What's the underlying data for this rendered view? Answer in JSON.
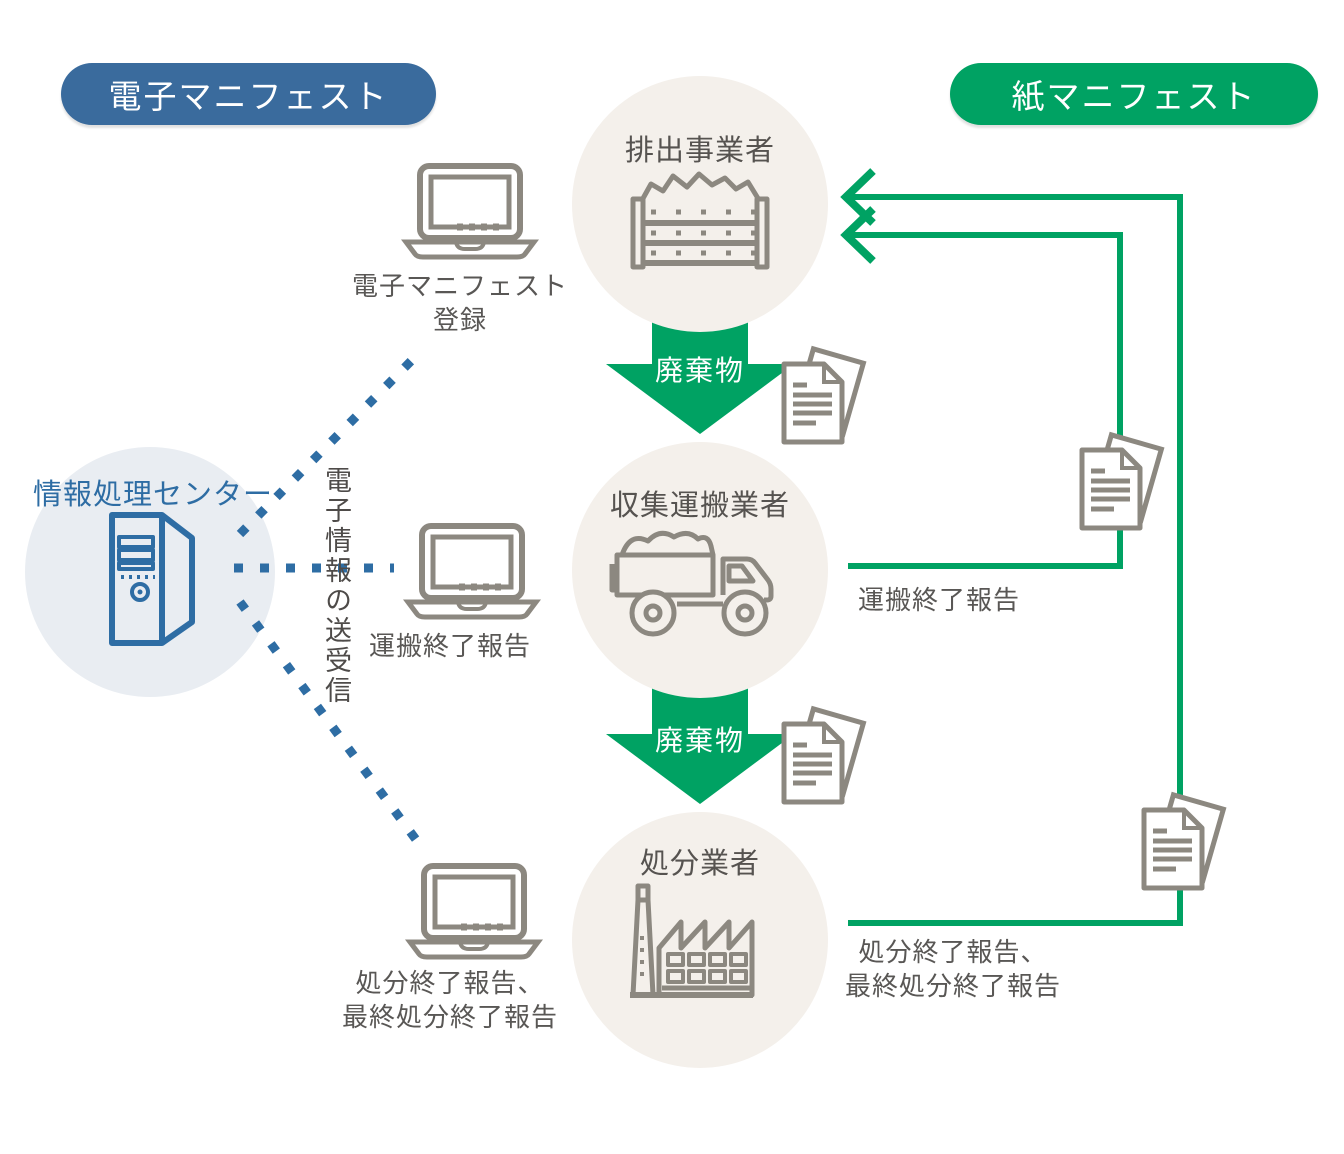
{
  "badges": {
    "electronic": {
      "label": "電子マニフェスト"
    },
    "paper": {
      "label": "紙マニフェスト"
    }
  },
  "entities": {
    "generator": {
      "title": "排出事業者"
    },
    "transporter": {
      "title": "収集運搬業者"
    },
    "disposer": {
      "title": "処分業者"
    },
    "info_center": {
      "title": "情報処理センター"
    }
  },
  "flow_arrows": {
    "waste_1": {
      "label": "廃棄物"
    },
    "waste_2": {
      "label": "廃棄物"
    }
  },
  "electronic_reports": {
    "register": {
      "line1": "電子マニフェスト",
      "line2": "登録"
    },
    "transport": {
      "label": "運搬終了報告"
    },
    "disposal": {
      "line1": "処分終了報告、",
      "line2": "最終処分終了報告"
    },
    "channel_label": "電子情報の送受信"
  },
  "paper_reports": {
    "transport": {
      "label": "運搬終了報告"
    },
    "disposal": {
      "line1": "処分終了報告、",
      "line2": "最終処分終了報告"
    }
  },
  "icons": {
    "laptop": "laptop-icon",
    "server": "server-tower-icon",
    "documents": "documents-icon",
    "waste_container": "waste-container-icon",
    "dump_truck": "dump-truck-icon",
    "factory": "factory-icon"
  },
  "colors": {
    "accent_blue": "#3A6B9D",
    "icon_blue": "#2E6DA4",
    "accent_green": "#00A263",
    "text_gray": "#595755",
    "circle_beige": "#F4F0EB",
    "circle_blue_gray": "#E9EDF2",
    "icon_gray": "#8C8880"
  }
}
